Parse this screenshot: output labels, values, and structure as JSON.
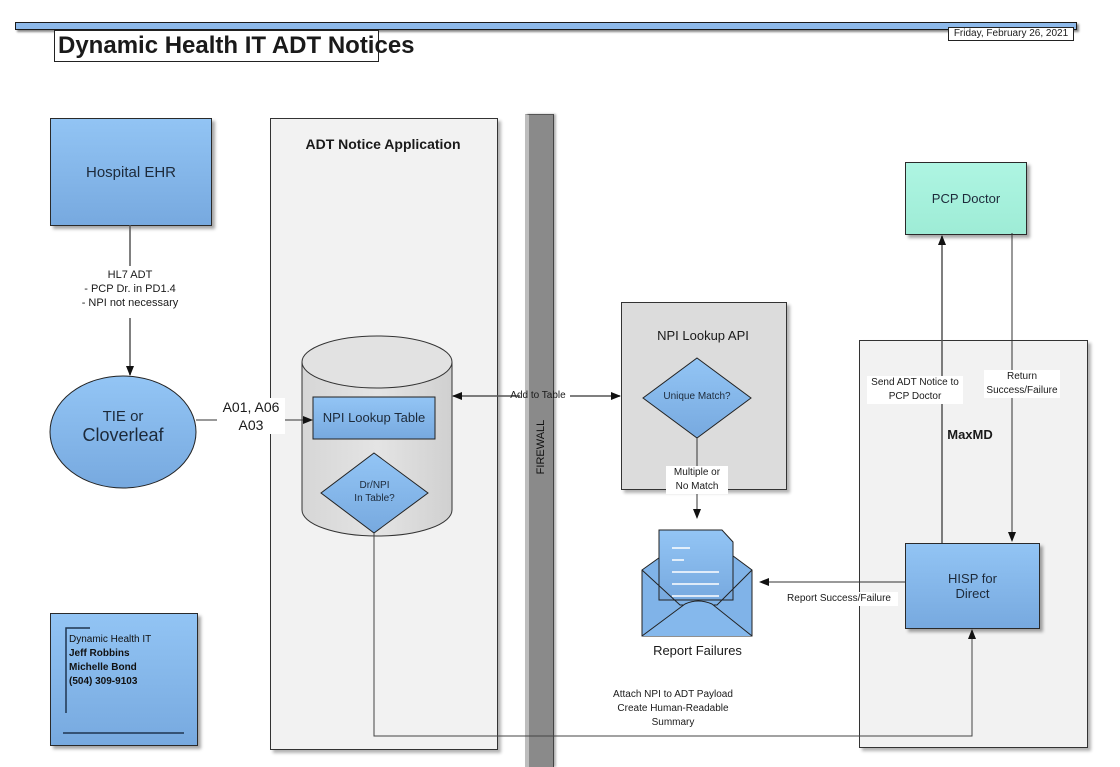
{
  "header": {
    "title": "Dynamic Health IT ADT Notices",
    "date": "Friday, February 26, 2021"
  },
  "nodes": {
    "hospital_ehr": "Hospital EHR",
    "tie_line1": "TIE or",
    "tie_line2": "Cloverleaf",
    "adt_app_title": "ADT Notice Application",
    "npi_lookup_table": "NPI Lookup Table",
    "dr_npi_line1": "Dr/NPI",
    "dr_npi_line2": "In Table?",
    "firewall": "FIREWALL",
    "npi_lookup_api": "NPI Lookup API",
    "unique_match": "Unique Match?",
    "report_failures": "Report Failures",
    "pcp_doctor": "PCP Doctor",
    "maxmd": "MaxMD",
    "hisp_line1": "HISP for",
    "hisp_line2": "Direct"
  },
  "edge_labels": {
    "hl7_line1": "HL7 ADT",
    "hl7_line2": "- PCP Dr. in PD1.4",
    "hl7_line3": "- NPI not necessary",
    "a_codes_line1": "A01, A06",
    "a_codes_line2": "A03",
    "add_to_table": "Add to Table",
    "multiple_line1": "Multiple or",
    "multiple_line2": "No Match",
    "send_adt_line1": "Send ADT Notice to",
    "send_adt_line2": "PCP Doctor",
    "return_line1": "Return",
    "return_line2": "Success/Failure",
    "report_success_failure": "Report Success/Failure",
    "attach_line1": "Attach NPI to ADT Payload",
    "attach_line2": "Create Human-Readable",
    "attach_line3": "Summary"
  },
  "contact_card": {
    "company": "Dynamic Health IT",
    "name1": "Jeff Robbins",
    "name2": "Michelle Bond",
    "phone": "(504) 309-9103"
  },
  "colors": {
    "blue_fill": "#8dbdf0",
    "teal_fill": "#a8f0dc",
    "container_fill": "#f2f2f2",
    "api_fill": "#dcdcdc",
    "firewall_fill": "#8a8a8a"
  }
}
